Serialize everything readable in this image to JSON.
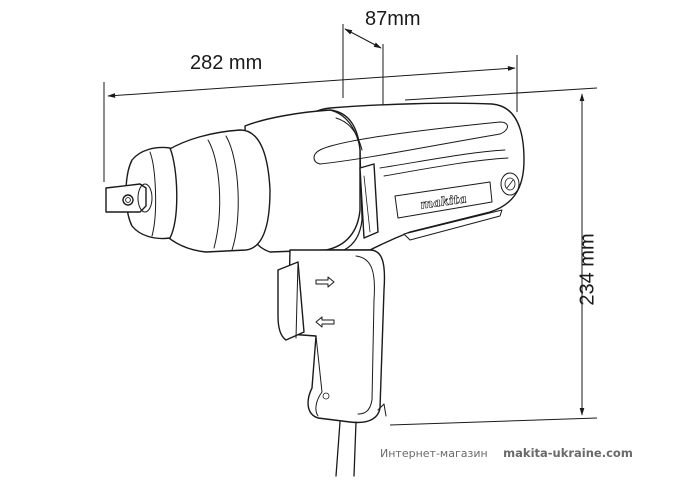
{
  "diagram": {
    "subject": "Makita impact wrench (side view, line drawing)",
    "dimensions": {
      "overall_length": "282 mm",
      "head_depth": "87mm",
      "overall_height": "234 mm"
    },
    "brand_logo": "makita",
    "direction_arrows": [
      "forward",
      "reverse"
    ]
  },
  "footer": {
    "label": "Интернет-магазин",
    "site": "makita-ukraine.com"
  },
  "colors": {
    "line": "#1a1a1a",
    "footer_text": "#6a6a6a",
    "background": "#ffffff"
  }
}
